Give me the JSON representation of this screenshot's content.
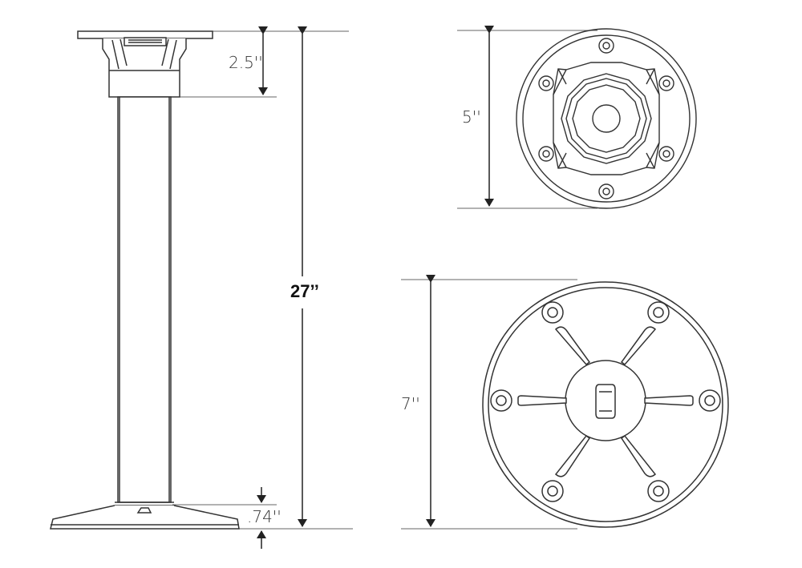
{
  "labels": {
    "mount_height": "2.5''",
    "total_height": "27’’",
    "base_thickness": ".74''",
    "top_plate_diameter": "5''",
    "base_diameter": "7''"
  },
  "colors": {
    "line": "#333333",
    "dimension": "#222222"
  }
}
